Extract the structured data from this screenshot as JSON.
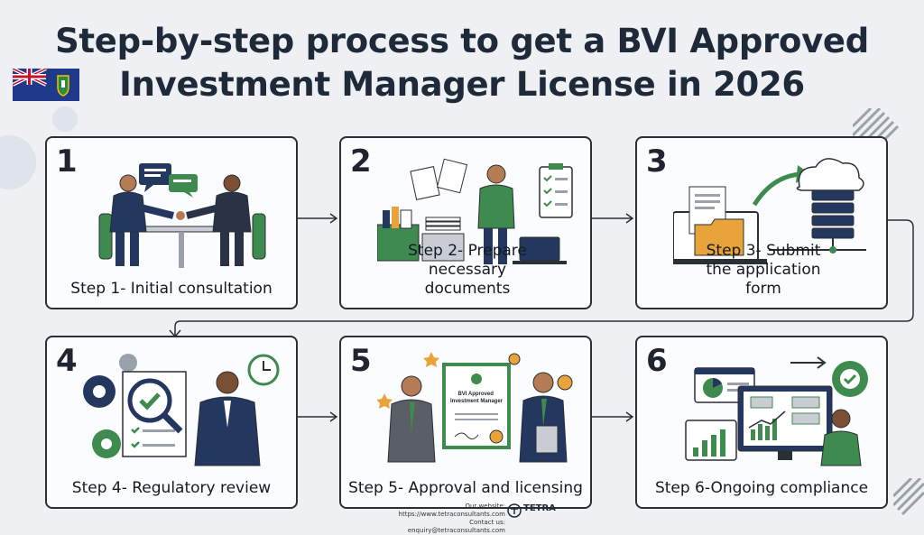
{
  "title": {
    "line1": "Step-by-step process to get a BVI Approved",
    "line2": "Investment Manager License in 2026"
  },
  "steps": [
    {
      "number": "1",
      "label": "Step 1- Initial consultation"
    },
    {
      "number": "2",
      "label": "Step 2- Prepare necessary documents"
    },
    {
      "number": "3",
      "label": "Step 3- Submit the application form"
    },
    {
      "number": "4",
      "label": "Step 4- Regulatory review"
    },
    {
      "number": "5",
      "label": "Step 5- Approval and licensing"
    },
    {
      "number": "6",
      "label": "Step 6-Ongoing compliance"
    }
  ],
  "certificate_text": "BVI Approved Investment Manager",
  "footer": {
    "website": "Our website: https://www.tetraconsultants.com",
    "contact": "Contact us: enquiry@tetraconsultants.com",
    "brand": "TETRA"
  },
  "colors": {
    "navy": "#24375e",
    "green": "#3f8a4e",
    "accent_orange": "#e8a33a",
    "background": "#eef0f3"
  }
}
